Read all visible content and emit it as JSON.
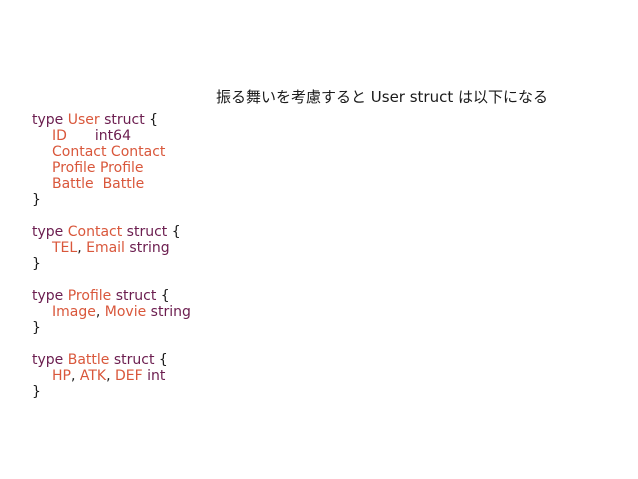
{
  "slide": {
    "heading": "振る舞いを考慮すると User struct は以下になる",
    "kw_type": "type",
    "kw_struct": "struct",
    "open_brace": "{",
    "close_brace": "}",
    "comma": ",",
    "user": {
      "name": "User",
      "fields": [
        {
          "name": "ID",
          "type": "int64"
        },
        {
          "name": "Contact",
          "type": "Contact"
        },
        {
          "name": "Profile",
          "type": "Profile"
        },
        {
          "name": "Battle",
          "type": "Battle"
        }
      ]
    },
    "contact": {
      "name": "Contact",
      "field1": "TEL",
      "field2": "Email",
      "type": "string"
    },
    "profile": {
      "name": "Profile",
      "field1": "Image",
      "field2": "Movie",
      "type": "string"
    },
    "battle": {
      "name": "Battle",
      "field1": "HP",
      "field2": "ATK",
      "field3": "DEF",
      "type": "int"
    }
  }
}
